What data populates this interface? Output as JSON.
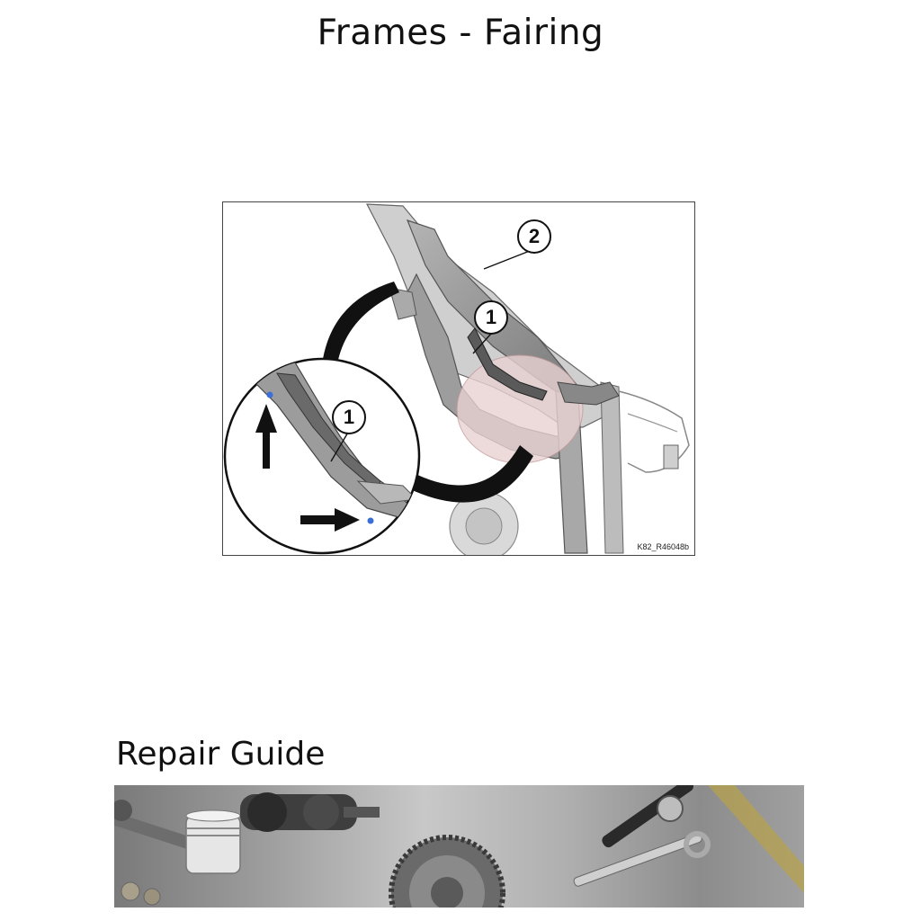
{
  "page": {
    "title": "Frames - Fairing"
  },
  "figure": {
    "callouts": [
      "2",
      "1",
      "1"
    ],
    "image_code": "K82_R46048b",
    "arrow_directions": [
      "up",
      "right"
    ]
  },
  "section": {
    "heading": "Repair Guide"
  },
  "banner": {
    "depicts": [
      "connecting-rod",
      "piston",
      "crankshaft",
      "gear",
      "ratchet-wrench",
      "wrench"
    ]
  },
  "colors": {
    "frame": "#8f8f8f",
    "frame_dark": "#5e5e5e",
    "engine_highlight": "#d9a7a7",
    "accent_blue": "#3a6fd8",
    "arrow": "#111111"
  }
}
